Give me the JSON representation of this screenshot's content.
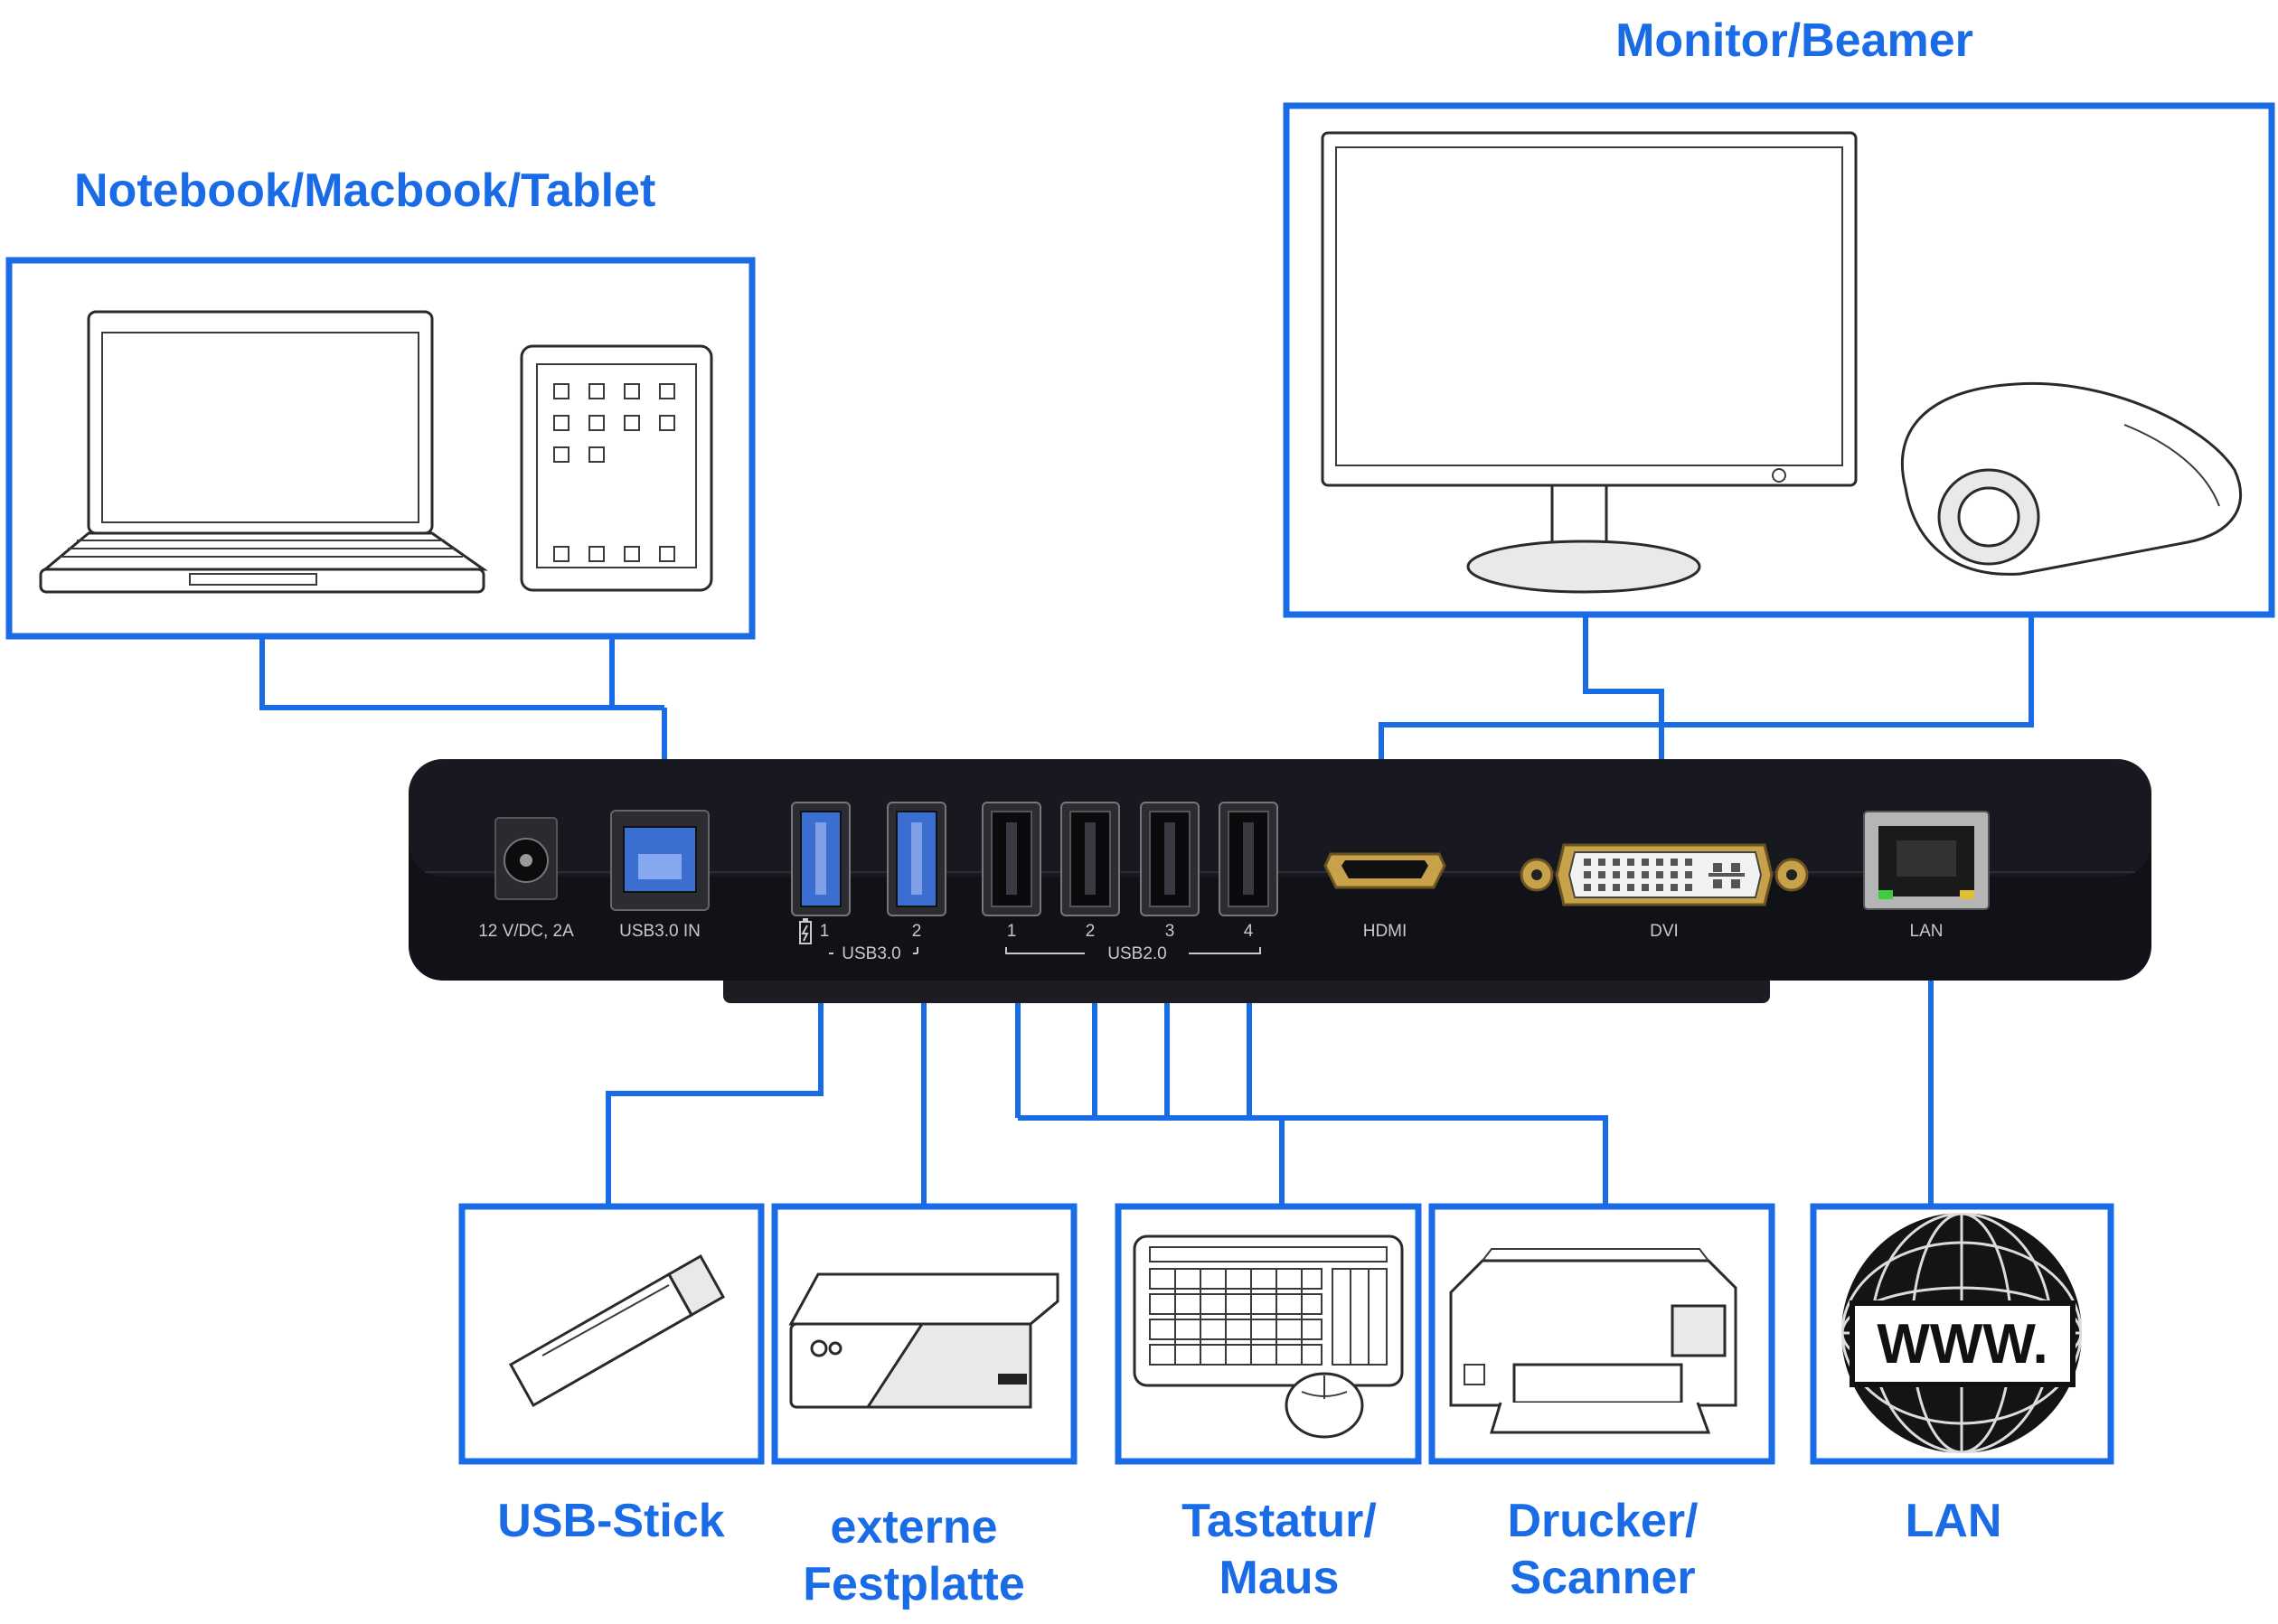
{
  "colors": {
    "accent": "#1a6be6",
    "dock_body": "#111118",
    "port_label": "#c9c9c9",
    "usb3_blue": "#3a6fd1"
  },
  "titles": {
    "notebook": "Notebook/Macbook/Tablet",
    "monitor": "Monitor/Beamer",
    "usb_stick": "USB-Stick",
    "hdd_line1": "externe",
    "hdd_line2": "Festplatte",
    "keyboard_line1": "Tastatur/",
    "keyboard_line2": "Maus",
    "printer_line1": "Drucker/",
    "printer_line2": "Scanner",
    "lan": "LAN"
  },
  "dock": {
    "power_label": "12 V/DC, 2A",
    "usb3_in_label": "USB3.0 IN",
    "usb3_port1": "1",
    "usb3_port2": "2",
    "usb3_group": "USB3.0",
    "usb2_port1": "1",
    "usb2_port2": "2",
    "usb2_port3": "3",
    "usb2_port4": "4",
    "usb2_group": "USB2.0",
    "hdmi_label": "HDMI",
    "dvi_label": "DVI",
    "lan_label": "LAN"
  },
  "globe_text": "WWW.",
  "icons": [
    "laptop-icon",
    "tablet-icon",
    "monitor-icon",
    "projector-icon",
    "usb-stick-icon",
    "hard-drive-icon",
    "keyboard-icon",
    "mouse-icon",
    "printer-icon",
    "globe-icon",
    "battery-charge-icon"
  ]
}
